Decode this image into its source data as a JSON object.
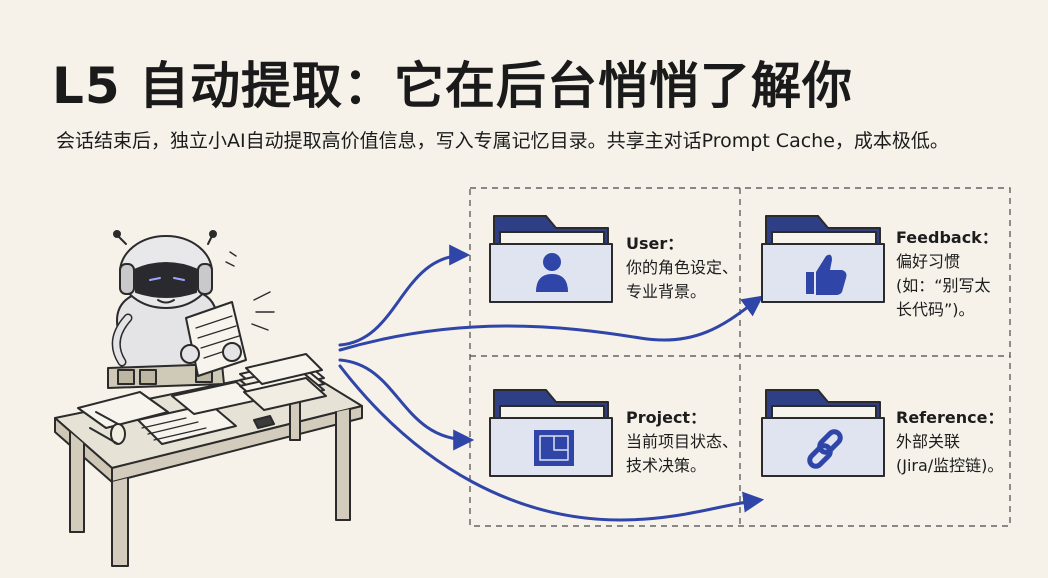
{
  "header": {
    "title": "L5 自动提取：它在后台悄悄了解你",
    "subtitle": "会话结束后，独立小AI自动提取高价值信息，写入专属记忆目录。共享主对话Prompt Cache，成本极低。"
  },
  "categories": [
    {
      "title": "User：",
      "desc_lines": [
        "你的角色设定、",
        "专业背景。"
      ],
      "icon": "user-icon"
    },
    {
      "title": "Feedback：",
      "desc_lines": [
        "偏好习惯",
        "(如：“别写太",
        "长代码”)。"
      ],
      "icon": "thumbs-up-icon"
    },
    {
      "title": "Project：",
      "desc_lines": [
        "当前项目状态、",
        "技术决策。"
      ],
      "icon": "blueprint-icon"
    },
    {
      "title": "Reference：",
      "desc_lines": [
        "外部关联",
        "(Jira/监控链)。"
      ],
      "icon": "link-icon"
    }
  ],
  "colors": {
    "accent": "#2f45a8",
    "ink": "#2b2b2b",
    "folder": "#dfe4f0",
    "background": "#f6f2ea"
  },
  "illustration": {
    "icon": "robot-reading-documents-icon"
  }
}
